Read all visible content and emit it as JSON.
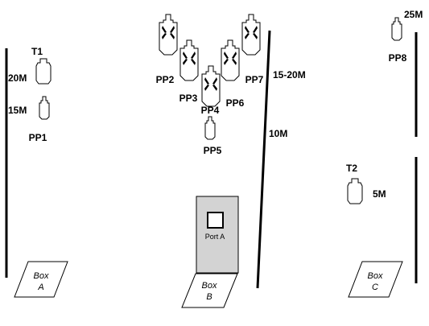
{
  "targets": {
    "t1": "T1",
    "t2": "T2",
    "pp1": "PP1",
    "pp2": "PP2",
    "pp3": "PP3",
    "pp4": "PP4",
    "pp5": "PP5",
    "pp6": "PP6",
    "pp7": "PP7",
    "pp8": "PP8"
  },
  "distances": {
    "d20": "20M",
    "d15": "15M",
    "d15_20": "15-20M",
    "d10": "10M",
    "d5": "5M",
    "d25": "25M"
  },
  "boxes": {
    "a_line1": "Box",
    "a_line2": "A",
    "b_line1": "Box",
    "b_line2": "B",
    "c_line1": "Box",
    "c_line2": "C"
  },
  "port": "Port A",
  "colors": {
    "line": "#000000",
    "port_fill": "#d3d3d3",
    "target_fill": "#ffffff"
  }
}
